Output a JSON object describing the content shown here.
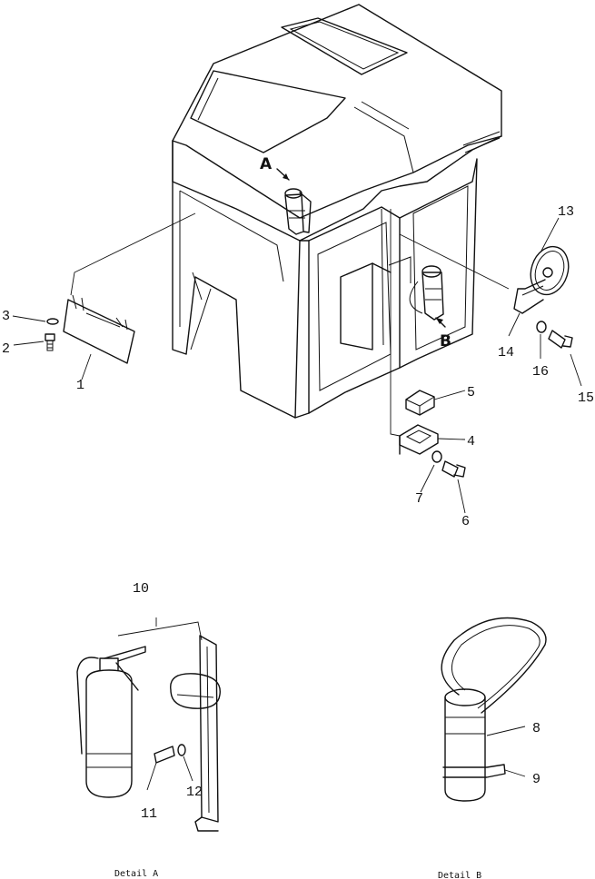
{
  "callouts": {
    "c1": "1",
    "c2": "2",
    "c3": "3",
    "c4": "4",
    "c5": "5",
    "c6": "6",
    "c7": "7",
    "c8": "8",
    "c9": "9",
    "c10": "10",
    "c11": "11",
    "c12": "12",
    "c13": "13",
    "c14": "14",
    "c15": "15",
    "c16": "16"
  },
  "views": {
    "a": "A",
    "b": "B"
  },
  "captions": {
    "detail_a": "Detail A",
    "detail_b": "Detail B"
  }
}
